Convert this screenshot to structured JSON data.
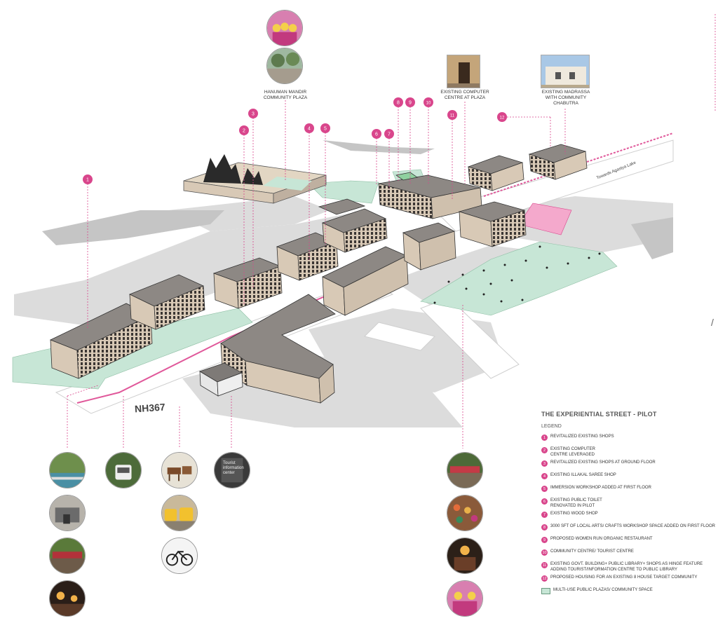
{
  "title": "THE EXPERIENTIAL STREET - PILOT",
  "legend_heading": "LEGEND",
  "legend": [
    {
      "num": "1",
      "text": "REVITALIZED EXISTING SHOPS"
    },
    {
      "num": "2",
      "text": "EXISTING COMPUTER CENTRE LEVERAGED"
    },
    {
      "num": "3",
      "text": "REVITALIZED EXISTING SHOPS AT GROUND FLOOR"
    },
    {
      "num": "4",
      "text": "EXISTING ILLAKAL SAREE SHOP"
    },
    {
      "num": "5",
      "text": "IMMERSION WORKSHOP ADDED AT FIRST FLOOR"
    },
    {
      "num": "6",
      "text": "EXISTING PUBLIC TOILET RENOVATED IN PILOT"
    },
    {
      "num": "7",
      "text": "EXISTING WOOD SHOP"
    },
    {
      "num": "8",
      "text": "3000 SFT OF LOCAL ARTS/ CRAFTS WORKSHOP SPACE ADDED ON FIRST FLOOR"
    },
    {
      "num": "9",
      "text": "PROPOSED WOMEN RUN ORGANIC RESTAURANT"
    },
    {
      "num": "10",
      "text": "COMMUNITY CENTRE/ TOURIST CENTRE"
    },
    {
      "num": "11",
      "text": "EXISTING GOVT. BUILDING+ PUBLIC LIBRARY+ SHOPS AS HINGE FEATURE ADDING TOURIST/INFORMATION CENTRE TO PUBLIC LIBRARY"
    },
    {
      "num": "12",
      "text": "PROPOSED HOUSING FOR  AN EXISTING 8 HOUSE TARGET COMMUNITY"
    }
  ],
  "legend_swatch_text": "MULTI-USE PUBLIC PLAZAS/ COMMUNITY SPACE",
  "labels": {
    "hanuman": "HANUMAN MANDIR COMMUNITY PLAZA",
    "computer": "EXISTING COMPUTER CENTRE AT PLAZA",
    "madrassa": "EXISTING MADRASSA WITH COMMUNITY CHABUTRA",
    "road": "NH367",
    "towards": "Towards Agastya Lake",
    "tourist_sign": "Tourist information center"
  },
  "markers": [
    "1",
    "2",
    "3",
    "4",
    "5",
    "6",
    "7",
    "8",
    "9",
    "10",
    "11",
    "12"
  ],
  "colors": {
    "accent": "#d9468c",
    "plaza": "#c7e6d6",
    "building_top": "#8a8582",
    "building_side": "#d8c9b6"
  },
  "icons": [
    "temple-photo",
    "plaza-photo",
    "greenway-photo",
    "auto-rickshaw-photo",
    "horse-cart-photo",
    "bicycle-photo",
    "market-photo",
    "festival-photo"
  ]
}
